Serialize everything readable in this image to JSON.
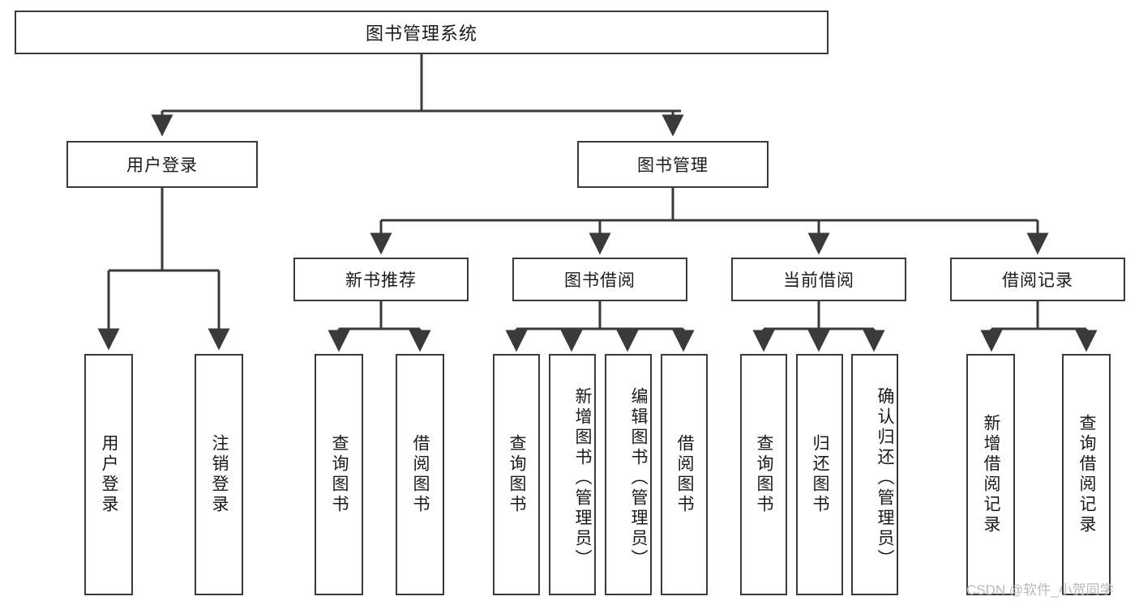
{
  "diagram": {
    "title": "图书管理系统",
    "type": "hierarchy-tree",
    "watermark": "CSDN @软件_小贺同学",
    "colors": {
      "background": "#ffffff",
      "node_fill": "#ffffff",
      "node_border": "#3a3a3a",
      "edge": "#3a3a3a",
      "text": "#1a1a1a",
      "watermark": "#b9b9b9"
    },
    "nodes": {
      "root": {
        "label": "图书管理系统"
      },
      "level1": [
        {
          "id": "user-login",
          "label": "用户登录"
        },
        {
          "id": "book-management",
          "label": "图书管理"
        }
      ],
      "level2": [
        {
          "id": "new-book-recommend",
          "label": "新书推荐"
        },
        {
          "id": "book-borrow",
          "label": "图书借阅"
        },
        {
          "id": "current-borrow",
          "label": "当前借阅"
        },
        {
          "id": "borrow-record",
          "label": "借阅记录"
        }
      ],
      "leaves": {
        "user_login": [
          {
            "id": "leaf-user-login",
            "label": "用户登录"
          },
          {
            "id": "leaf-logout",
            "label": "注销登录"
          }
        ],
        "new_book_recommend": [
          {
            "id": "leaf-query-book-1",
            "label": "查询图书"
          },
          {
            "id": "leaf-borrow-book-1",
            "label": "借阅图书"
          }
        ],
        "book_borrow": [
          {
            "id": "leaf-query-book-2",
            "label": "查询图书"
          },
          {
            "id": "leaf-add-book",
            "label": "新增图书（管理员）"
          },
          {
            "id": "leaf-edit-book",
            "label": "编辑图书（管理员）"
          },
          {
            "id": "leaf-borrow-book-2",
            "label": "借阅图书"
          }
        ],
        "current_borrow": [
          {
            "id": "leaf-query-book-3",
            "label": "查询图书"
          },
          {
            "id": "leaf-return-book",
            "label": "归还图书"
          },
          {
            "id": "leaf-confirm-return",
            "label": "确认归还（管理员）"
          }
        ],
        "borrow_record": [
          {
            "id": "leaf-add-record",
            "label": "新增借阅记录"
          },
          {
            "id": "leaf-query-record",
            "label": "查询借阅记录"
          }
        ]
      }
    }
  }
}
